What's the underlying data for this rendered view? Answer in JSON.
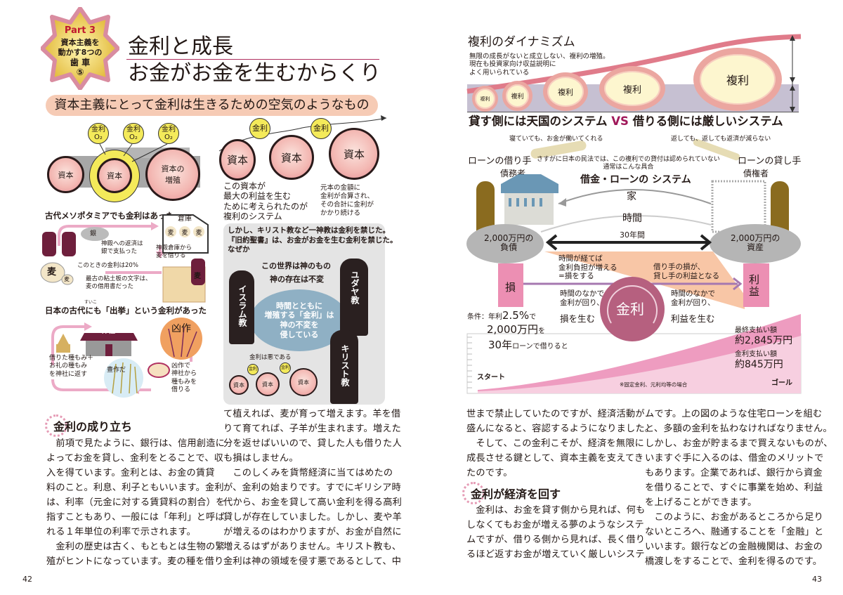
{
  "left_page": {
    "badge": {
      "part": "Part 3",
      "line1": "資本主義を",
      "line2": "動かす8つの",
      "line3": "歯 車",
      "number": "⑤"
    },
    "title_line1": "金利と成長",
    "title_line2": "お金がお金を生むからくり",
    "banner": "資本主義にとって金利は生きるための空気のようなもの",
    "air_diagram": {
      "kinri_o2": [
        "金利\nO₂",
        "金利\nO₂",
        "金利\nO₂"
      ],
      "capital": "資本",
      "capital_inner": "資本",
      "capital_growth": "資本の\n増殖"
    },
    "compound_diagram": {
      "kinri": [
        "金利",
        "金利"
      ],
      "capital": [
        "資本",
        "資本",
        "資本"
      ],
      "caption_main": "この資本が\n最大の利益を生む\nために考えられたのが\n複利のシステム",
      "caption_sub": "元本の金額に\n金利が合算され、\nその合計に金利が\nかかり続ける"
    },
    "mesopotamia": {
      "heading": "古代メソポタミアでも金利はあった",
      "warehouse": "倉庫",
      "wheat": [
        "麦",
        "麦",
        "麦"
      ],
      "silver": "銀",
      "repay": "神殿への返済は\n銀で支払った",
      "borrow": "神殿倉庫から\n麦を借りる",
      "rate": "このときの金利は20%",
      "tablet": "最古の粘土板の文字は、\n麦の借用書だった",
      "bag_big": "麦",
      "bag_small": "麦",
      "bag_person": "麦"
    },
    "japan": {
      "heading": "日本の古代にも「出挙」という金利があった",
      "ruby": "すいこ",
      "shrine": "神社",
      "bad_harvest": "凶作",
      "borrow_seed": "凶作で\n神社から\n種もみを\n借りる",
      "good_harvest": "豊作だ",
      "return_seed": "借りた種もみ＋\nお礼の種もみ\nを神社に返す"
    },
    "religion": {
      "heading": "しかし、キリスト教など一神教は金利を禁じた。\n『旧約聖書』は、お金がお金を生む金利を禁じた。\nなぜか",
      "world": "この世界は神のもの",
      "unchanging": "神の存在は不変",
      "center": "時間とともに\n増殖する「金利」は\n神の不変を\n侵している",
      "islam": "イスラム教",
      "judaism": "ユダヤ教",
      "christianity": "キリスト教",
      "evil": "金利は悪である",
      "kinri": [
        "金利",
        "金利"
      ],
      "capital": [
        "資本",
        "資本",
        "資本"
      ]
    },
    "section1_heading": "金利の成り立ち",
    "col1": [
      "　前項で見たように、銀行は、信用創造に",
      "よってお金を貸し、金利をとることで、収",
      "入を得ています。金利とは、お金の賃貸",
      "料のこと。利息、利子ともいいます。金利",
      "は、利率（元金に対する賃貸料の割合）を",
      "指すこともあり、一般には「年利」と呼ば",
      "れる１年単位の利率で示されます。",
      "　金利の歴史は古く、もともとは生物の繁",
      "殖がヒントになっています。麦の種を借り"
    ],
    "col2": [
      "て植えれば、麦が育って増えます。羊を借",
      "りて育てれば、子羊が生まれます。増えた",
      "分を返せばいいので、貸した人も借りた人",
      "も損はしません。",
      "　このしくみを貨幣経済に当てはめたの",
      "が、金利の始まりです。すでにギリシア時",
      "代から、お金を貸して高い金利を得る高利",
      "貸しが存在していました。しかし、麦や羊",
      "が増えるのはわかりますが、お金が自然に",
      "増えるはずがありません。キリスト教も、",
      "金利は神の領域を侵す悪であるとして、中"
    ],
    "page_number": "42"
  },
  "right_page": {
    "dynamism": {
      "title": "複利のダイナミズム",
      "subtitle": "無限の成長がないと成立しない、複利の増殖。\n現在も投資家向け収益説明に\nよく用いられている",
      "bubbles": [
        "複利",
        "複利",
        "複利",
        "複利",
        "複利"
      ]
    },
    "vs_heading": {
      "left": "貸す側には天国のシステム ",
      "vs": "VS",
      "right": " 借りる側には厳しいシステム"
    },
    "sleeping": "寝ていても、お金が働いてくれる",
    "repaying": "返しても、返しても返済が減らない",
    "civil_law": "さすがに日本の民法では、この複利での貸付は認められていない\n通常はこんな具合",
    "borrower": "ローンの借り手",
    "debtor": "債務者",
    "lender": "ローンの貸し手",
    "creditor": "債権者",
    "system_title": "借金・ローンの システム",
    "house": "家",
    "time": "時間",
    "years": "30年間",
    "debt": "2,000万円の\n負債",
    "asset": "2,000万円の\n資産",
    "loss": "損",
    "profit": "利\n益",
    "increase": "時間が経てば\n金利負担が増える\n=損をする",
    "transfer": "借り手の損が、\n貸し手の利益となる",
    "left_cycle": "時間のなかで\n金利が回り、",
    "left_result": "損を生む",
    "right_cycle": "時間のなかで\n金利が回り、",
    "right_result": "利益を生む",
    "kinri": "金利",
    "condition": {
      "prefix": "条件：年利",
      "rate": "2.5%",
      "suffix1": "で",
      "amount": "2,000万円",
      "suffix2": "を",
      "years": "30年",
      "suffix3": "ローンで借りると"
    },
    "final_label": "最終支払い額",
    "final_value": "約2,845万円",
    "interest_label": "金利支払い額",
    "interest_value": "約845万円",
    "start": "スタート",
    "goal": "ゴール",
    "note": "※固定金利、元利均等の場合",
    "colA": [
      "世まで禁止していたのですが、経済活動が",
      "盛んになると、容認するようになりました。",
      "　そして、この金利こそが、経済を無限に",
      "成長させる鍵として、資本主義を支えてき",
      "たのです。"
    ],
    "section2_heading": "金利が経済を回す",
    "colB": [
      "　金利は、お金を貸す側から見れば、何も",
      "しなくてもお金が増える夢のようなシステ",
      "ムですが、借りる側から見れば、長く借り",
      "るほど返すお金が増えていく厳しいシステ"
    ],
    "col2": [
      "ムです。上の図のような住宅ローンを組む",
      "と、多額の金利を払わなければなりません。",
      "しかし、お金が貯まるまで買えないものが、",
      "いますぐ手に入るのは、借金のメリットで",
      "もあります。企業であれば、銀行から資金",
      "を借りることで、すぐに事業を始め、利益",
      "を上げることができます。",
      "　このように、お金があるところから足り",
      "ないところへ、融通することを「金融」と",
      "いいます。銀行などの金融機関は、お金の",
      "橋渡しをすることで、金利を得るのです。"
    ],
    "page_number": "43"
  },
  "colors": {
    "accent": "#a0185a",
    "banner": "#f6cbb5",
    "pink": "#eb8fb5",
    "brown": "#8a6b1f",
    "maroon": "#6e1f3c"
  }
}
